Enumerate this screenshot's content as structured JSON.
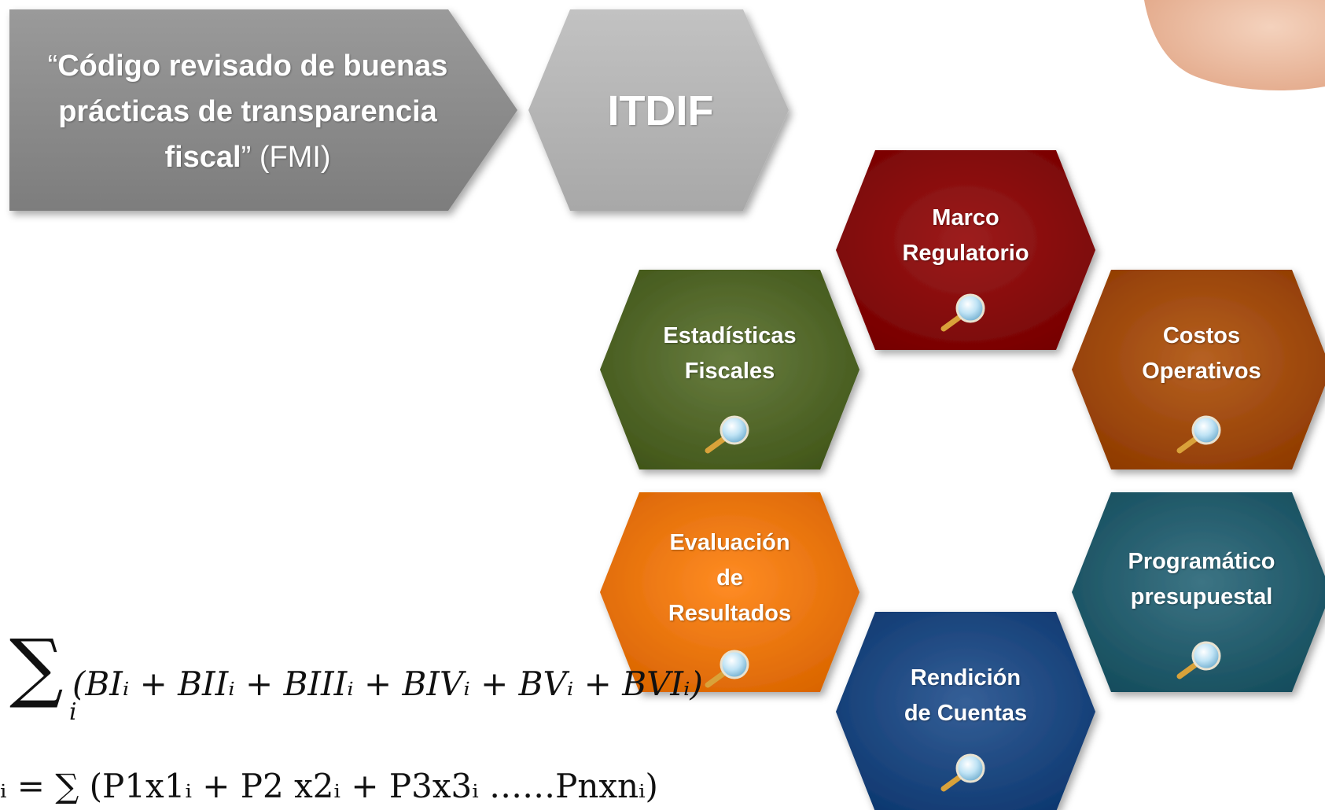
{
  "header_shapes": {
    "quote_open": "“",
    "quote_bold_1": "Código revisado de buenas prácticas de transparencia fiscal",
    "quote_close": "”",
    "quote_source": "(FMI)",
    "center_label": "ITDIF"
  },
  "hexagons": [
    {
      "id": "marco",
      "line1": "Marco",
      "line2": "Regulatorio",
      "line3": "",
      "color": "#8b0c0c"
    },
    {
      "id": "estadisticas",
      "line1": "Estadísticas",
      "line2": "Fiscales",
      "line3": "",
      "color": "#566b2e"
    },
    {
      "id": "costos",
      "line1": "Costos",
      "line2": "Operativos",
      "line3": "",
      "color": "#a44f10"
    },
    {
      "id": "evaluacion",
      "line1": "Evaluación",
      "line2": "de",
      "line3": "Resultados",
      "color": "#ef7a12"
    },
    {
      "id": "programatico",
      "line1": "Programático",
      "line2": "presupuestal",
      "line3": "",
      "color": "#2a6272"
    },
    {
      "id": "rendicion",
      "line1": "Rendición",
      "line2": "de Cuentas",
      "line3": "",
      "color": "#234d85"
    }
  ],
  "formulas": {
    "line1": "(BIᵢ + BIIᵢ + BIIIᵢ + BIVᵢ + BVᵢ + BVIᵢ)",
    "line2": "ᵢ =  ∑ (P1x1ᵢ + P2 x2ᵢ + P3x3ᵢ ……Pnxnᵢ)",
    "sigma_sub": "i"
  },
  "icons": {
    "hex_icon": "magnifier-icon"
  }
}
